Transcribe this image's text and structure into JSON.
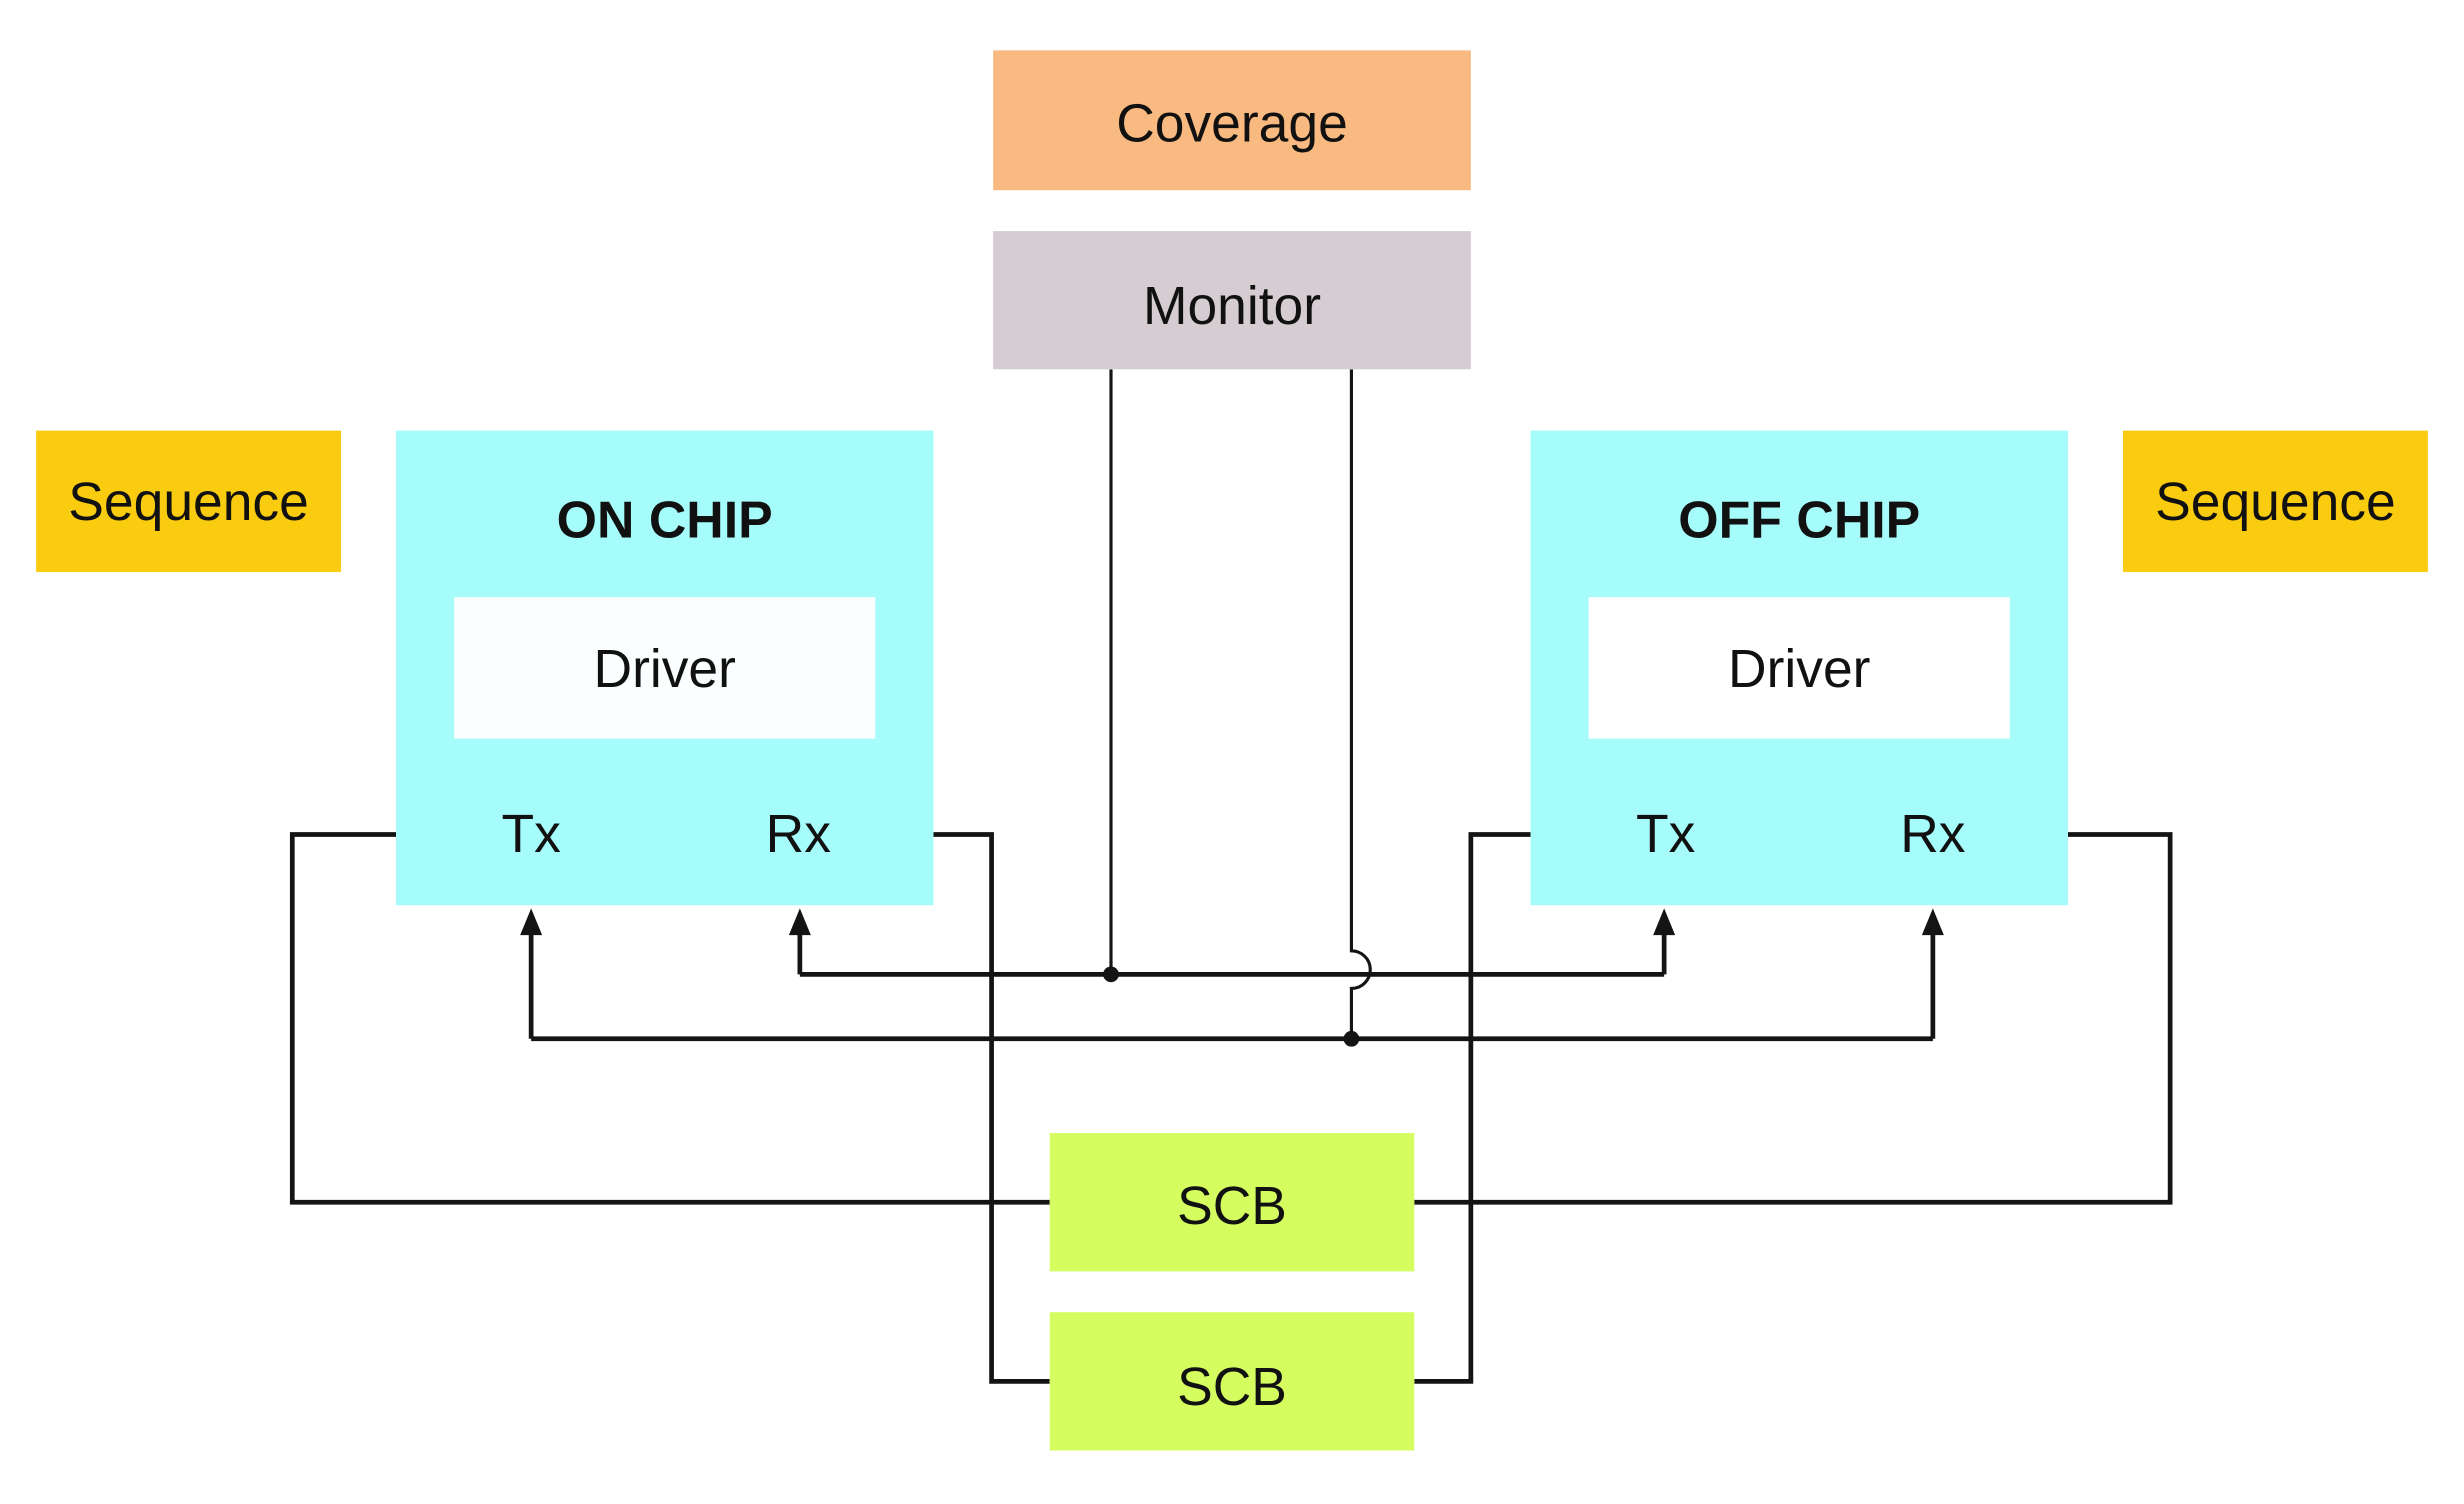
{
  "colors": {
    "coverage": "#F9BA82",
    "monitor": "#D5CDD1",
    "sequence": "#FACC0F",
    "chip": "#A6FCFB",
    "driver": "#FBFEFE",
    "scb": "#D6FD60",
    "wire": "#141414"
  },
  "blocks": {
    "coverage": {
      "label": "Coverage"
    },
    "monitor": {
      "label": "Monitor"
    },
    "sequence_left": {
      "label": "Sequence"
    },
    "sequence_right": {
      "label": "Sequence"
    },
    "on_chip": {
      "title": "ON CHIP",
      "driver": "Driver",
      "tx": "Tx",
      "rx": "Rx"
    },
    "off_chip": {
      "title": "OFF CHIP",
      "driver": "Driver",
      "tx": "Tx",
      "rx": "Rx"
    },
    "scb_top": {
      "label": "SCB"
    },
    "scb_bottom": {
      "label": "SCB"
    }
  },
  "connections": [
    {
      "from": "on_chip.tx",
      "to": "scb_top",
      "type": "line"
    },
    {
      "from": "off_chip.rx",
      "to": "scb_top",
      "type": "line"
    },
    {
      "from": "on_chip.rx",
      "to": "scb_bottom",
      "type": "line"
    },
    {
      "from": "off_chip.tx",
      "to": "scb_bottom",
      "type": "line"
    },
    {
      "from": "monitor",
      "to": "bus_upper",
      "type": "junction"
    },
    {
      "from": "monitor",
      "to": "bus_lower",
      "type": "junction-with-hop"
    },
    {
      "from": "bus_upper",
      "to": "on_chip.rx",
      "type": "arrow"
    },
    {
      "from": "bus_upper",
      "to": "off_chip.tx",
      "type": "arrow"
    },
    {
      "from": "bus_lower",
      "to": "on_chip.tx",
      "type": "arrow"
    },
    {
      "from": "bus_lower",
      "to": "off_chip.rx",
      "type": "arrow"
    }
  ]
}
